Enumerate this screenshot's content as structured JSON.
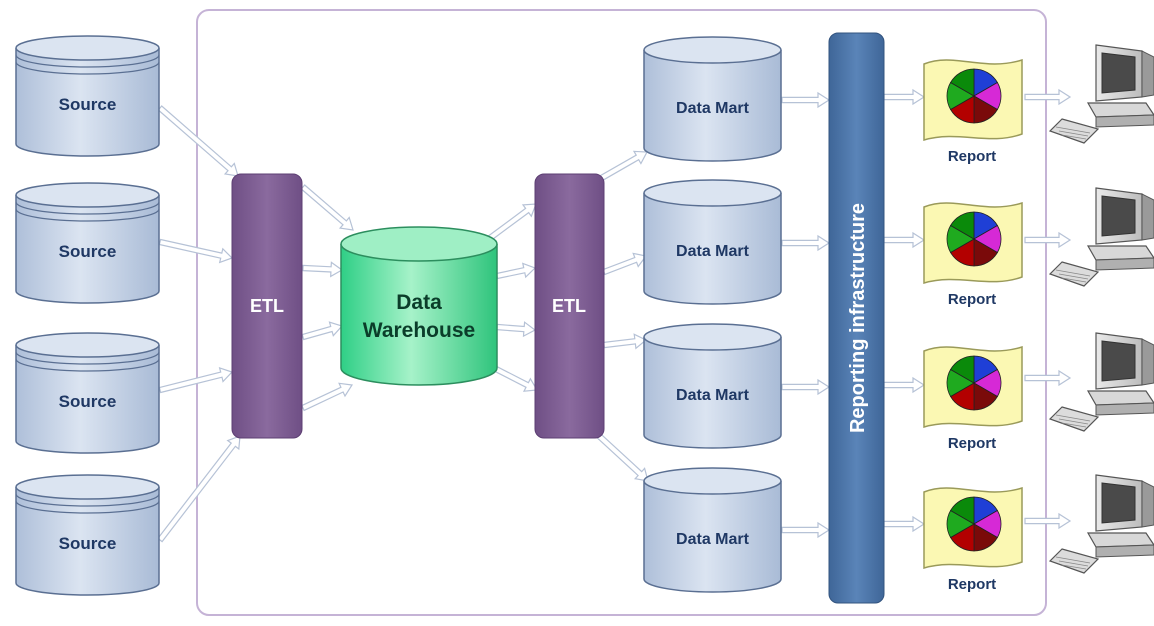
{
  "sources": [
    "Source",
    "Source",
    "Source",
    "Source"
  ],
  "etl_left": "ETL",
  "warehouse": {
    "line1": "Data",
    "line2": "Warehouse"
  },
  "etl_right": "ETL",
  "data_marts": [
    "Data Mart",
    "Data Mart",
    "Data Mart",
    "Data Mart"
  ],
  "reporting": "Reporting infrastructure",
  "reports": [
    "Report",
    "Report",
    "Report",
    "Report"
  ],
  "colors": {
    "cylinder_fill": "#c9d6ea",
    "cylinder_stroke": "#5a6f92",
    "etl": "#7b5a8f",
    "warehouse": "#5fe0a2",
    "reporting_bar": "#4f77aa",
    "report_paper": "#fbf8b3",
    "container_border": "#c5b3d6"
  }
}
